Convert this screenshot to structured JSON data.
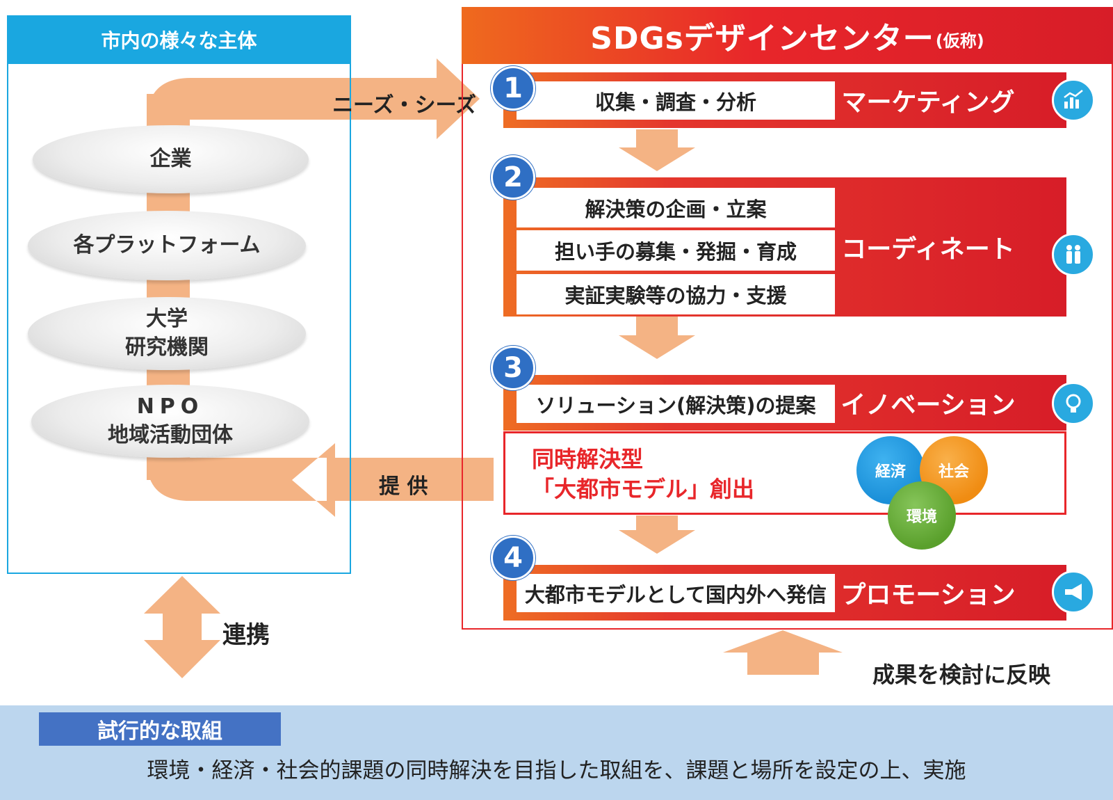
{
  "left_panel": {
    "title": "市内の様々な主体",
    "actors": [
      "企業",
      "各プラットフォーム",
      "大学",
      "研究機関",
      "NPO",
      "地域活動団体"
    ]
  },
  "right_panel": {
    "title": "SDGsデザインセンター",
    "title_suffix": "(仮称)"
  },
  "steps": [
    {
      "number": "1",
      "items": [
        "収集・調査・分析"
      ],
      "category": "マーケティング",
      "icon": "chart-icon"
    },
    {
      "number": "2",
      "items": [
        "解決策の企画・立案",
        "担い手の募集・発掘・育成",
        "実証実験等の協力・支援"
      ],
      "category": "コーディネート",
      "icon": "people-icon"
    },
    {
      "number": "3",
      "items": [
        "ソリューション(解決策)の提案"
      ],
      "category": "イノベーション",
      "icon": "lightbulb-icon"
    },
    {
      "number": "4",
      "items": [
        "大都市モデルとして国内外へ発信"
      ],
      "category": "プロモーション",
      "icon": "megaphone-icon"
    }
  ],
  "result": {
    "line1": "同時解決型",
    "line2": "「大都市モデル」創出"
  },
  "venn": {
    "economy": "経済",
    "society": "社会",
    "environment": "環境"
  },
  "arrows": {
    "needs_seeds": "ニーズ・シーズ",
    "provide": "提 供",
    "collaboration": "連携",
    "feedback": "成果を検討に反映"
  },
  "bottom": {
    "tag": "試行的な取組",
    "description": "環境・経済・社会的課題の同時解決を目指した取組を、課題と場所を設定の上、実施"
  },
  "colors": {
    "blue_header": "#1aa7e0",
    "red": "#e8262a",
    "orange": "#ef6a1e",
    "arrow": "#f4b384",
    "step_number": "#2f6fc4",
    "bottom_band": "#bcd6ee",
    "bottom_tag": "#4472c4",
    "venn_blue": "#1a8fd8",
    "venn_orange": "#f08c12",
    "venn_green": "#5aa02c"
  }
}
